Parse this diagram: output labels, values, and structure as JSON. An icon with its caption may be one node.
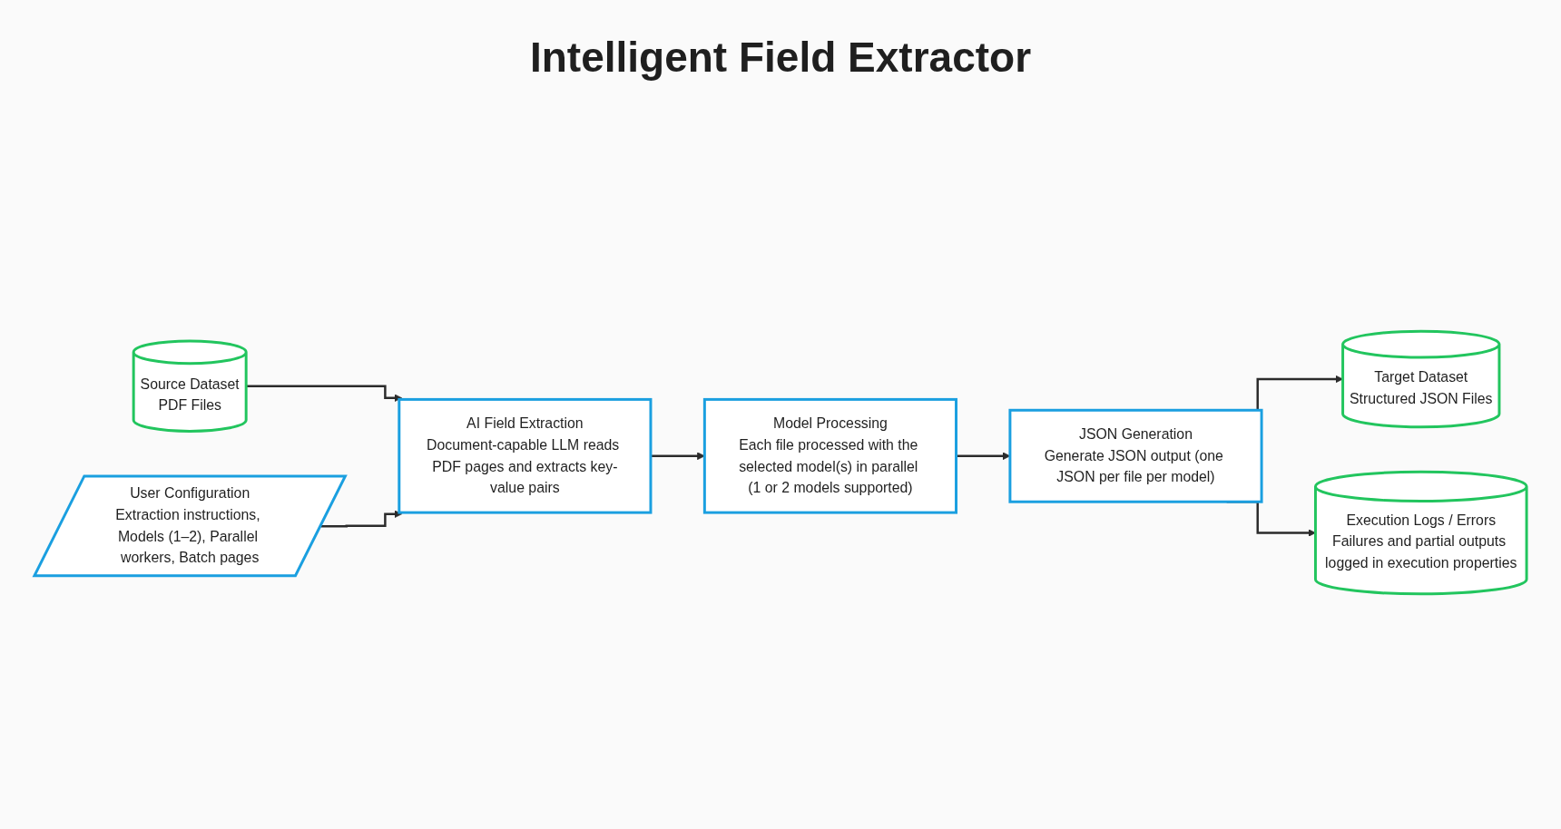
{
  "diagram": {
    "title": "Intelligent Field Extractor",
    "nodes": [
      {
        "text": [
          "Source Dataset",
          "PDF Files"
        ]
      },
      {
        "text": [
          "User Configuration",
          "Extraction instructions, Models (1–2), Parallel workers, Batch pages"
        ]
      },
      {
        "text": [
          "AI Field Extraction",
          "Document-capable LLM reads PDF pages and extracts key-value pairs"
        ]
      },
      {
        "text": [
          "Model Processing",
          "Each file processed with the selected model(s) in parallel (1 or 2 models supported)"
        ]
      },
      {
        "text": [
          "JSON Generation",
          "Generate JSON output (one JSON per file per model)"
        ]
      },
      {
        "text": [
          "Target Dataset",
          "Structured JSON Files"
        ]
      },
      {
        "text": [
          "Execution Logs / Errors",
          "Failures and partial outputs logged in execution properties"
        ]
      }
    ],
    "edges": [
      {
        "from": 0,
        "to": 2,
        "arrow": "to"
      },
      {
        "from": 1,
        "to": 2,
        "arrow": "to"
      },
      {
        "from": 2,
        "to": 3,
        "arrow": "to"
      },
      {
        "from": 3,
        "to": 4,
        "arrow": "to"
      },
      {
        "from": 4,
        "to": 5,
        "arrow": "to"
      },
      {
        "from": 4,
        "to": 6,
        "arrow": "to"
      }
    ]
  }
}
